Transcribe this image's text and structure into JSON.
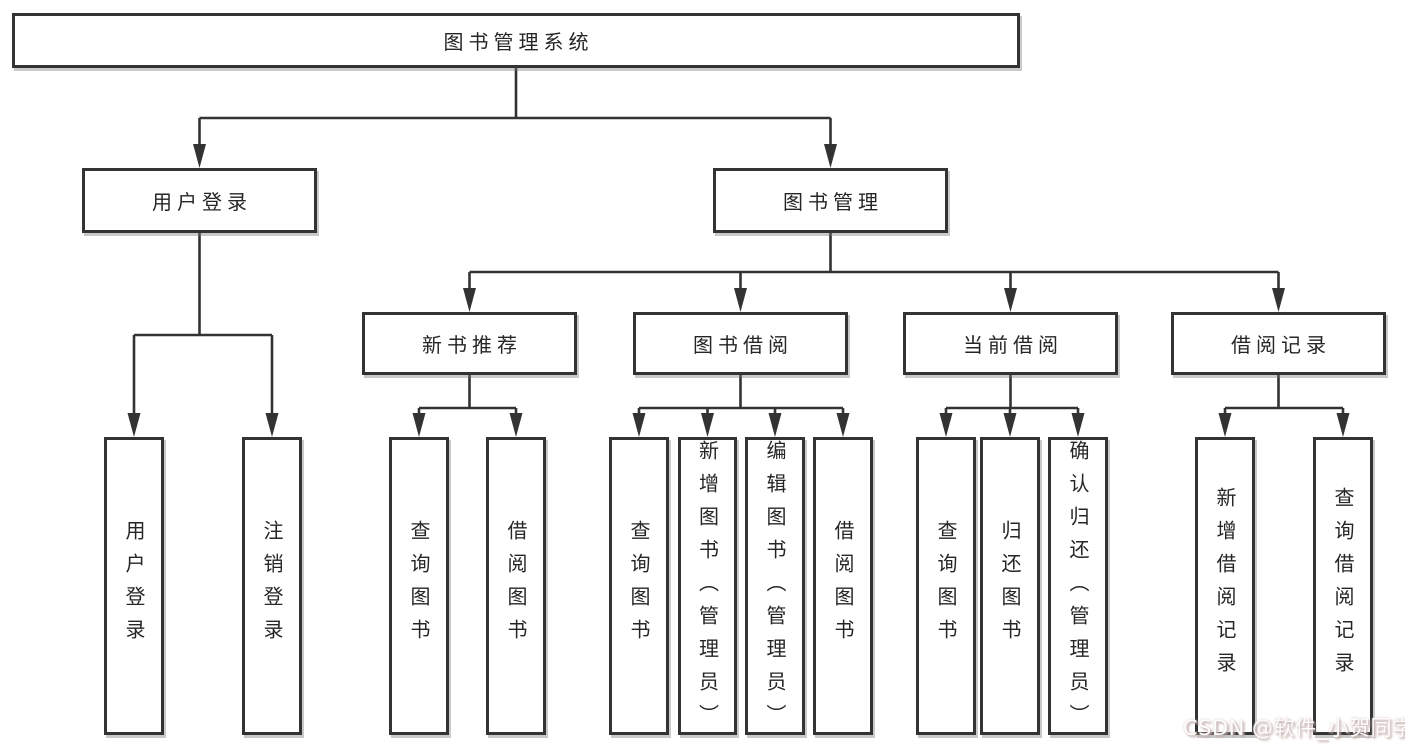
{
  "tree": {
    "label": "图书管理系统",
    "children": [
      {
        "label": "用户登录",
        "children": [
          {
            "label": "用户登录"
          },
          {
            "label": "注销登录"
          }
        ]
      },
      {
        "label": "图书管理",
        "children": [
          {
            "label": "新书推荐",
            "children": [
              {
                "label": "查询图书"
              },
              {
                "label": "借阅图书"
              }
            ]
          },
          {
            "label": "图书借阅",
            "children": [
              {
                "label": "查询图书"
              },
              {
                "label": "新增图书（管理员）"
              },
              {
                "label": "编辑图书（管理员）"
              },
              {
                "label": "借阅图书"
              }
            ]
          },
          {
            "label": "当前借阅",
            "children": [
              {
                "label": "查询图书"
              },
              {
                "label": "归还图书"
              },
              {
                "label": "确认归还（管理员）"
              }
            ]
          },
          {
            "label": "借阅记录",
            "children": [
              {
                "label": "新增借阅记录"
              },
              {
                "label": "查询借阅记录"
              }
            ]
          }
        ]
      }
    ]
  },
  "watermark": {
    "text": "CSDN @软件_小贺同学"
  },
  "colors": {
    "line": "#333333",
    "text": "#262626",
    "box_background": "#ffffff",
    "watermark": "#d8c2bf"
  }
}
